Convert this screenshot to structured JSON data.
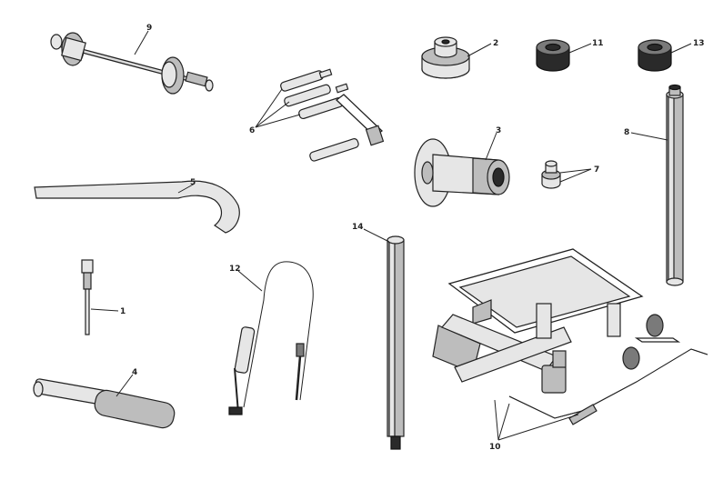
{
  "figure": {
    "callouts": [
      {
        "id": "c9",
        "text": "9"
      },
      {
        "id": "c6",
        "text": "6"
      },
      {
        "id": "c2",
        "text": "2"
      },
      {
        "id": "c11",
        "text": "11"
      },
      {
        "id": "c13",
        "text": "13"
      },
      {
        "id": "c8",
        "text": "8"
      },
      {
        "id": "c3",
        "text": "3"
      },
      {
        "id": "c7",
        "text": "7"
      },
      {
        "id": "c5",
        "text": "5"
      },
      {
        "id": "c14",
        "text": "14"
      },
      {
        "id": "c12",
        "text": "12"
      },
      {
        "id": "c1",
        "text": "1"
      },
      {
        "id": "c4",
        "text": "4"
      },
      {
        "id": "c10",
        "text": "10"
      }
    ]
  }
}
